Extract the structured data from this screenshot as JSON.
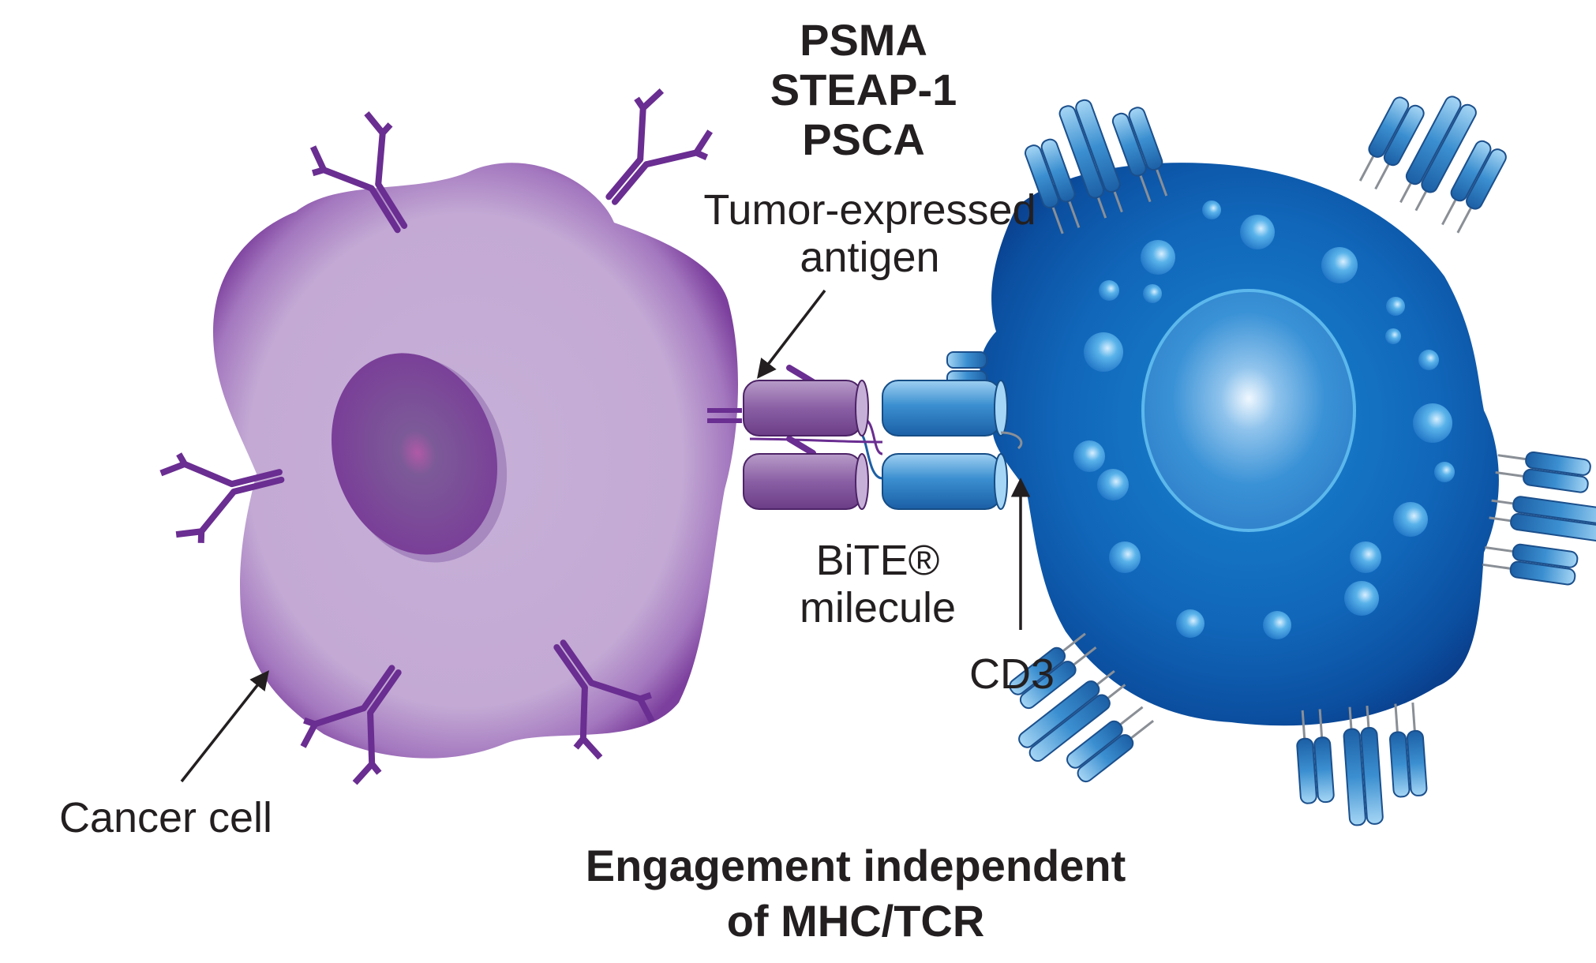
{
  "antigens": {
    "line1": "PSMA",
    "line2": "STEAP-1",
    "line3": "PSCA"
  },
  "labels": {
    "antigen_line1": "Tumor-expressed",
    "antigen_line2": "antigen",
    "bite_line1": "BiTE®",
    "bite_line2": "milecule",
    "cd3": "CD3",
    "cancer_cell": "Cancer cell"
  },
  "footer": {
    "line1": "Engagement independent",
    "line2": "of MHC/TCR"
  },
  "colors": {
    "cancer_cell": "#c5acd6",
    "cancer_cell_edge": "#7b3f9c",
    "receptor_purple": "#6a2d91",
    "t_cell": "#1474c4",
    "t_cell_edge": "#0b3d8c",
    "receptor_blue": "#3b8fd0",
    "text": "#231f20"
  }
}
